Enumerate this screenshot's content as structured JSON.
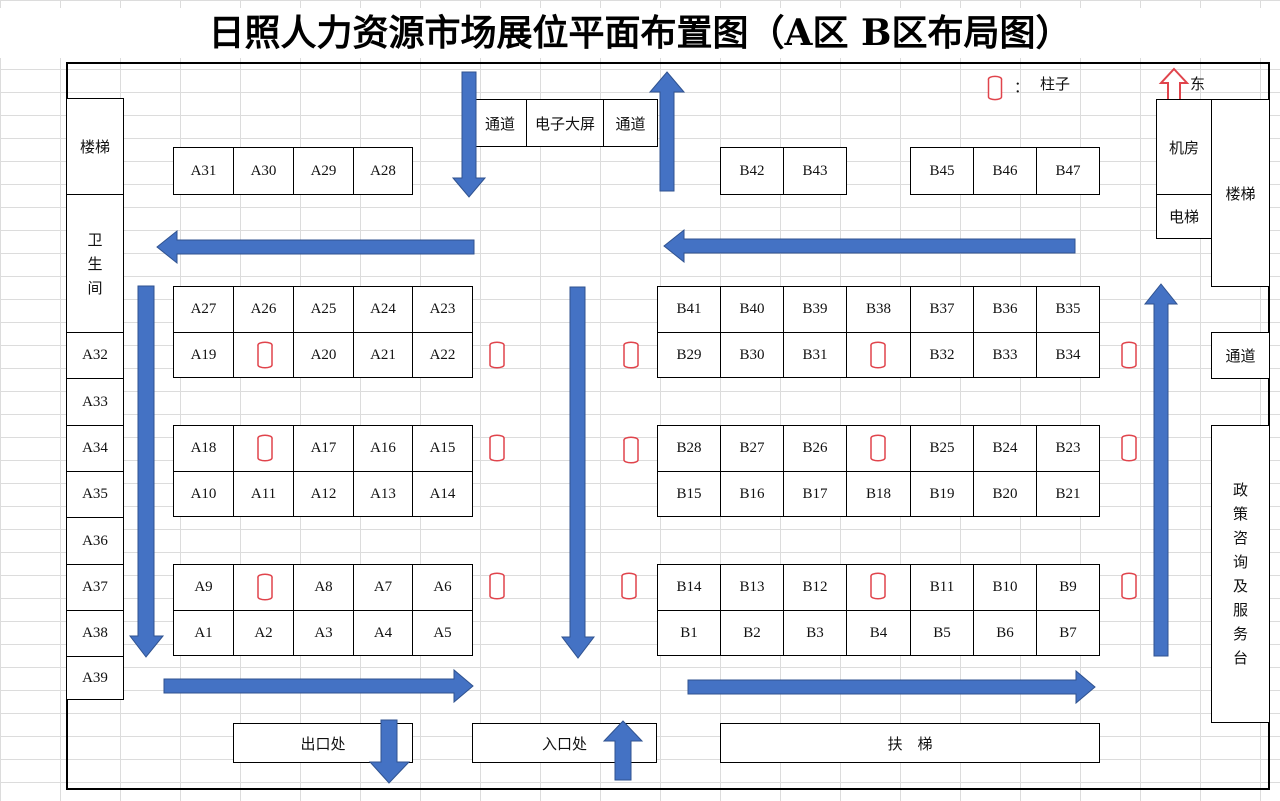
{
  "title": "日照人力资源市场展位平面布置图（A区 B区布局图）",
  "legend": {
    "pillar_colon": "：",
    "pillar_label": "柱子",
    "east_label": "东"
  },
  "rooms": {
    "stairs_left": "楼梯",
    "toilet": [
      "卫",
      "生",
      "间"
    ],
    "passage_1": "通道",
    "screen": "电子大屏",
    "passage_2": "通道",
    "machine_room": "机房",
    "elevator": "电梯",
    "stairs_right": "楼梯",
    "passage_right": "通道",
    "policy_desk": [
      "政",
      "策",
      "咨",
      "询",
      "及",
      "服",
      "务",
      "台"
    ],
    "exit": "出口处",
    "entrance": "入口处",
    "escalator": "扶　梯"
  },
  "booths": {
    "a_top": [
      "A31",
      "A30",
      "A29",
      "A28"
    ],
    "a_left": [
      "A32",
      "A33",
      "A34",
      "A35",
      "A36",
      "A37",
      "A38",
      "A39"
    ],
    "a_block1_top": [
      "A27",
      "A26",
      "A25",
      "A24",
      "A23"
    ],
    "a_block1_bottom": [
      "A19",
      "",
      "A20",
      "A21",
      "A22"
    ],
    "a_block2_top": [
      "A18",
      "",
      "A17",
      "A16",
      "A15"
    ],
    "a_block2_bottom": [
      "A10",
      "A11",
      "A12",
      "A13",
      "A14"
    ],
    "a_block3_top": [
      "A9",
      "",
      "A8",
      "A7",
      "A6"
    ],
    "a_block3_bottom": [
      "A1",
      "A2",
      "A3",
      "A4",
      "A5"
    ],
    "b_top_left": [
      "B42",
      "B43"
    ],
    "b_top_right": [
      "B45",
      "B46",
      "B47"
    ],
    "b_block1_top": [
      "B41",
      "B40",
      "B39",
      "B38",
      "B37",
      "B36",
      "B35"
    ],
    "b_block1_bottom": [
      "B29",
      "B30",
      "B31",
      "",
      "B32",
      "B33",
      "B34"
    ],
    "b_block2_top": [
      "B28",
      "B27",
      "B26",
      "",
      "B25",
      "B24",
      "B23"
    ],
    "b_block2_bottom": [
      "B15",
      "B16",
      "B17",
      "B18",
      "B19",
      "B20",
      "B21"
    ],
    "b_block3_top": [
      "B14",
      "B13",
      "B12",
      "",
      "B11",
      "B10",
      "B9"
    ],
    "b_block3_bottom": [
      "B1",
      "B2",
      "B3",
      "B4",
      "B5",
      "B6",
      "B7"
    ]
  },
  "colors": {
    "arrow": "#4472c4",
    "pillar": "#e0444c",
    "line": "#000000"
  }
}
